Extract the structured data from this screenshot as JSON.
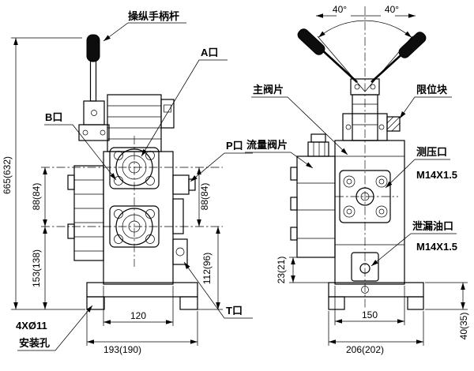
{
  "drawing": {
    "callouts": {
      "handle_lever": "操纵手柄杆",
      "port_a": "A口",
      "port_b": "B口",
      "port_p": "P口",
      "port_t": "T口",
      "main_valve_plate": "主阀片",
      "limit_block": "限位块",
      "flow_valve_plate": "流量阀片",
      "pressure_port_label": "测压口",
      "pressure_port_thread": "M14X1.5",
      "leak_port_label": "泄漏油口",
      "leak_port_thread": "M14X1.5",
      "mounting_hole_spec": "4XØ11",
      "mounting_hole_label": "安装孔"
    },
    "dimensions": {
      "total_height": "665(632)",
      "port_spacing_left": "88(84)",
      "lower_height_left": "153(138)",
      "port_spacing_right": "88(84)",
      "lower_height_right": "112(96)",
      "body_width": "120",
      "base_width_front": "193(190)",
      "swing_angle_left": "40°",
      "swing_angle_right": "40°",
      "flow_plate_gap": "23(21)",
      "body_depth": "150",
      "base_depth": "206(202)",
      "base_height": "40(35)"
    }
  }
}
